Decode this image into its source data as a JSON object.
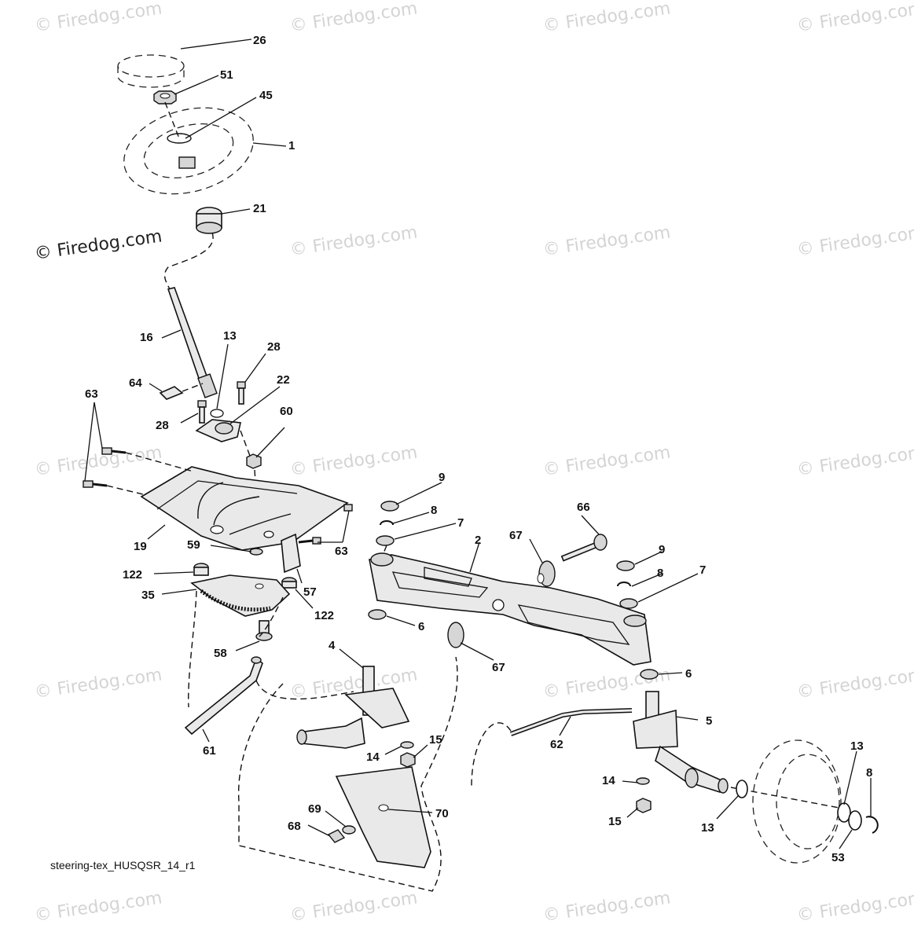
{
  "watermark": {
    "text": "© Firedog.com",
    "highlight_text": "© Firedog.com"
  },
  "caption": "steering-tex_HUSQSR_14_r1",
  "callouts": [
    {
      "id": "c26",
      "text": "26"
    },
    {
      "id": "c51",
      "text": "51"
    },
    {
      "id": "c45",
      "text": "45"
    },
    {
      "id": "c1",
      "text": "1"
    },
    {
      "id": "c21",
      "text": "21"
    },
    {
      "id": "c16",
      "text": "16"
    },
    {
      "id": "c13a",
      "text": "13"
    },
    {
      "id": "c28a",
      "text": "28"
    },
    {
      "id": "c64",
      "text": "64"
    },
    {
      "id": "c22",
      "text": "22"
    },
    {
      "id": "c28b",
      "text": "28"
    },
    {
      "id": "c63a",
      "text": "63"
    },
    {
      "id": "c60",
      "text": "60"
    },
    {
      "id": "c19",
      "text": "19"
    },
    {
      "id": "c59",
      "text": "59"
    },
    {
      "id": "c63b",
      "text": "63"
    },
    {
      "id": "c122a",
      "text": "122"
    },
    {
      "id": "c57",
      "text": "57"
    },
    {
      "id": "c35",
      "text": "35"
    },
    {
      "id": "c122b",
      "text": "122"
    },
    {
      "id": "c58",
      "text": "58"
    },
    {
      "id": "c61",
      "text": "61"
    },
    {
      "id": "c9a",
      "text": "9"
    },
    {
      "id": "c8a",
      "text": "8"
    },
    {
      "id": "c7a",
      "text": "7"
    },
    {
      "id": "c2",
      "text": "2"
    },
    {
      "id": "c67a",
      "text": "67"
    },
    {
      "id": "c66",
      "text": "66"
    },
    {
      "id": "c9b",
      "text": "9"
    },
    {
      "id": "c8b",
      "text": "8"
    },
    {
      "id": "c7b",
      "text": "7"
    },
    {
      "id": "c6a",
      "text": "6"
    },
    {
      "id": "c67b",
      "text": "67"
    },
    {
      "id": "c4",
      "text": "4"
    },
    {
      "id": "c6b",
      "text": "6"
    },
    {
      "id": "c5",
      "text": "5"
    },
    {
      "id": "c62",
      "text": "62"
    },
    {
      "id": "c14a",
      "text": "14"
    },
    {
      "id": "c15a",
      "text": "15"
    },
    {
      "id": "c69",
      "text": "69"
    },
    {
      "id": "c70",
      "text": "70"
    },
    {
      "id": "c68",
      "text": "68"
    },
    {
      "id": "c14b",
      "text": "14"
    },
    {
      "id": "c15b",
      "text": "15"
    },
    {
      "id": "c13b",
      "text": "13"
    },
    {
      "id": "c13c",
      "text": "13"
    },
    {
      "id": "c8c",
      "text": "8"
    },
    {
      "id": "c53",
      "text": "53"
    }
  ]
}
